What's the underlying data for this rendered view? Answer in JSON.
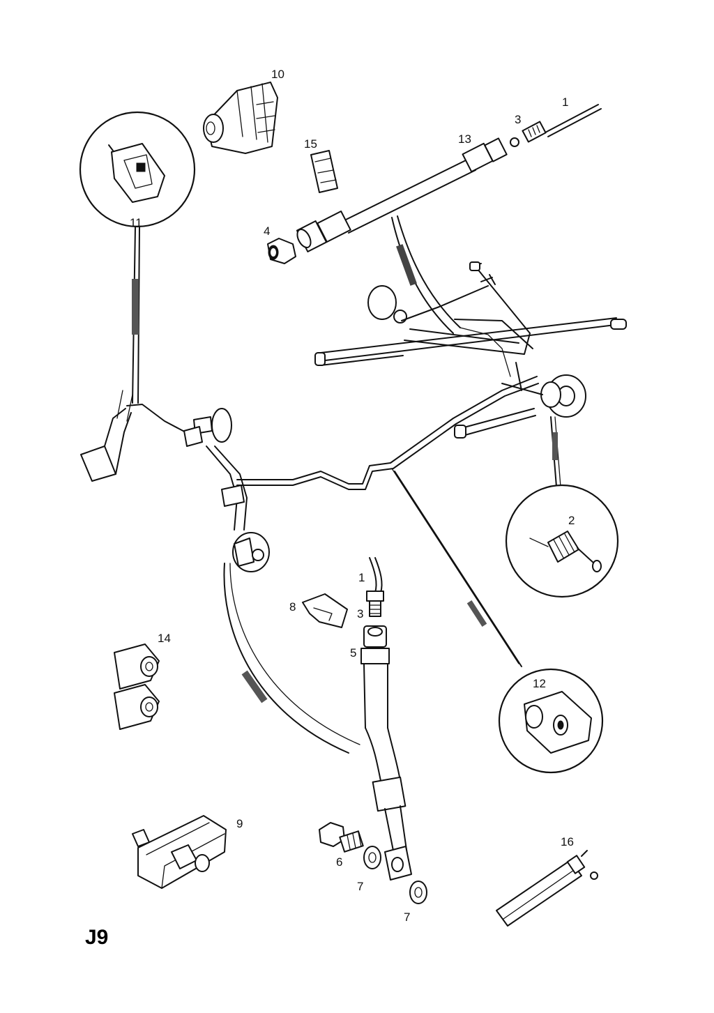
{
  "diagram": {
    "page_id": "J9",
    "callouts": {
      "c1a": "1",
      "c1b": "1",
      "c2": "2",
      "c3a": "3",
      "c3b": "3",
      "c4": "4",
      "c5": "5",
      "c6": "6",
      "c7a": "7",
      "c7b": "7",
      "c8": "8",
      "c9": "9",
      "c10": "10",
      "c11": "11",
      "c12": "12",
      "c13": "13",
      "c14": "14",
      "c15": "15",
      "c16": "16"
    }
  }
}
